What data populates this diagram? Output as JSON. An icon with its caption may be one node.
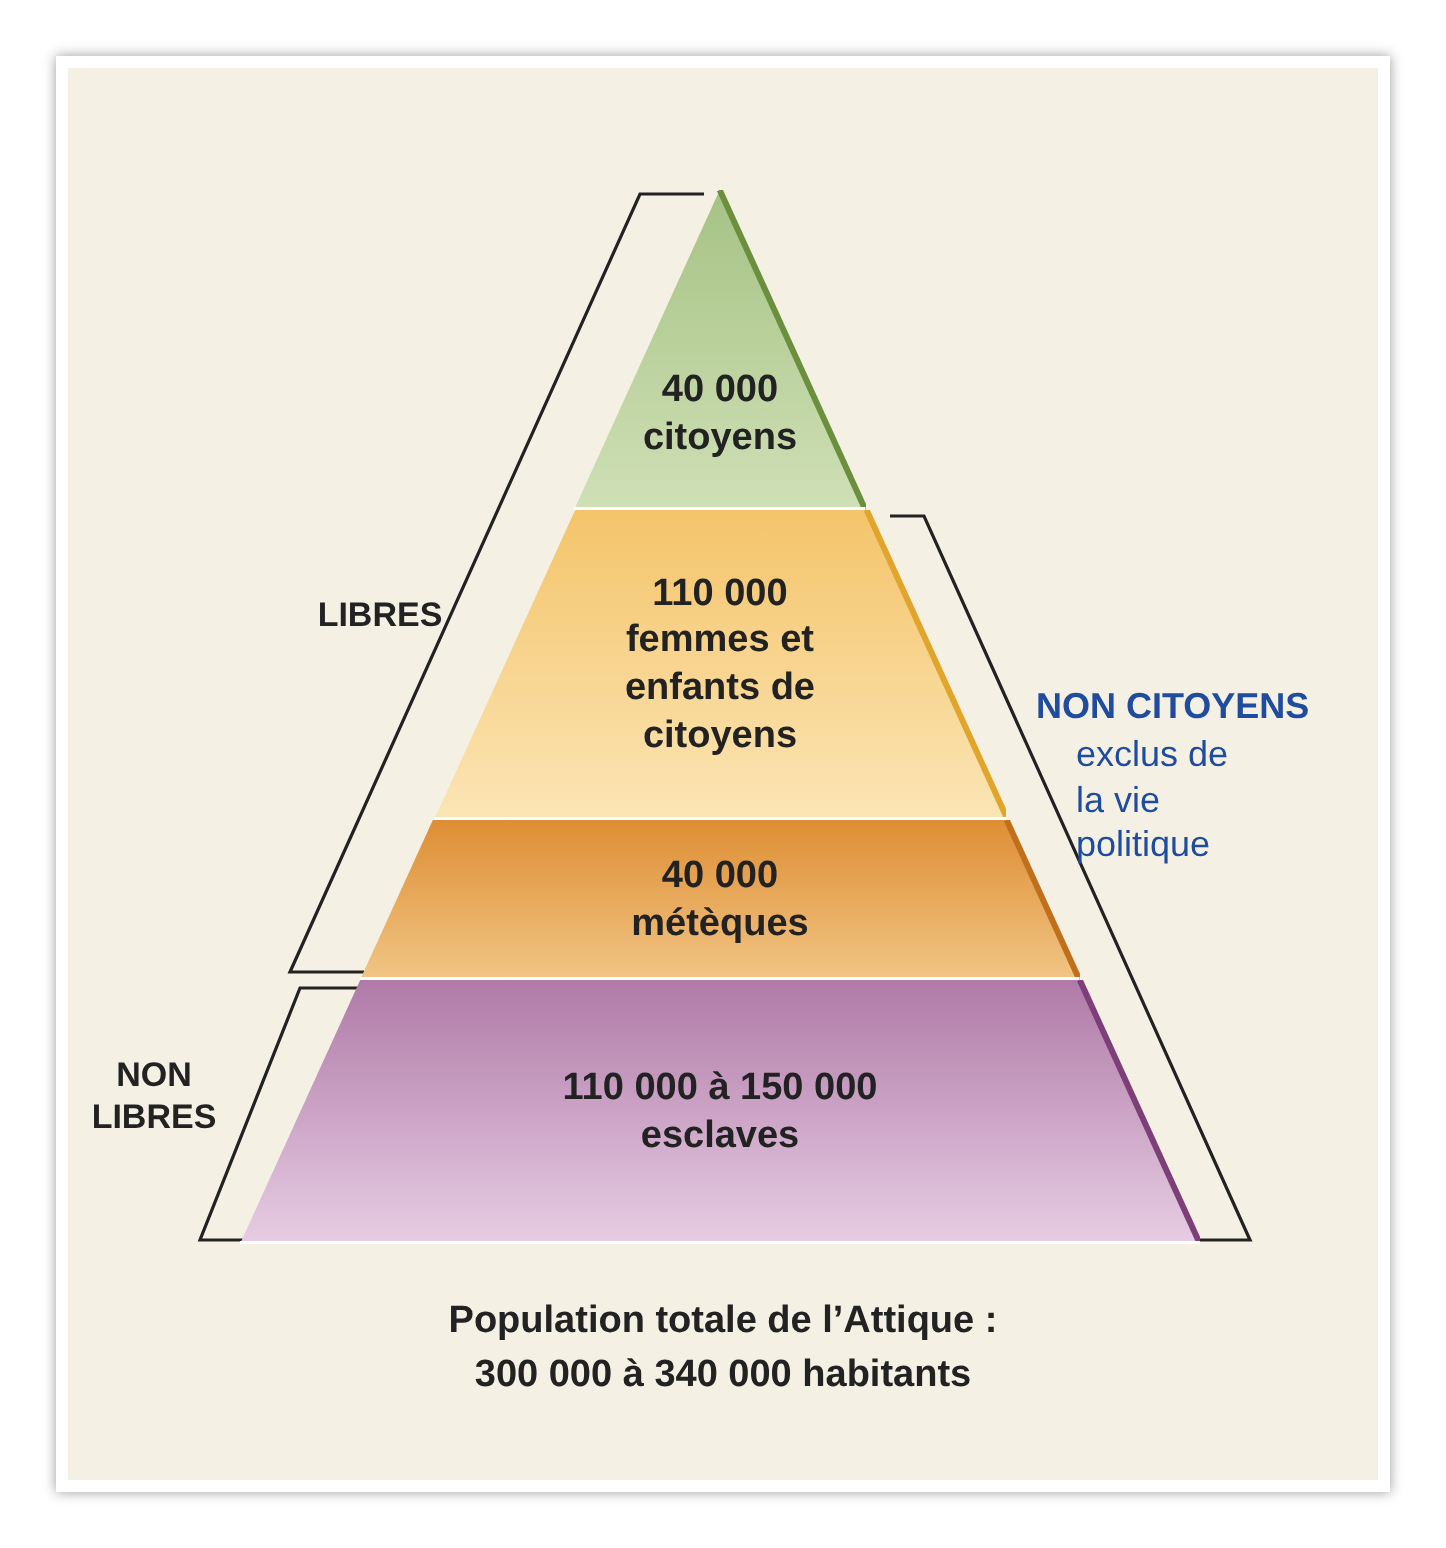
{
  "diagram": {
    "caption": "Population totale de l’Attique : 300 000 à 340 000 habitants",
    "nodes": [
      {
        "text": [
          "40 000 citoyens"
        ]
      },
      {
        "text": [
          "110 000 femmes et enfants de citoyens"
        ]
      },
      {
        "text": [
          "40 000 métèques"
        ]
      },
      {
        "text": [
          "110 000 à 150 000 esclaves"
        ]
      }
    ],
    "edges": [],
    "labels": [
      "LIBRES",
      "NON LIBRES",
      "NON CITOYENS",
      "exclus de la vie politique"
    ]
  }
}
